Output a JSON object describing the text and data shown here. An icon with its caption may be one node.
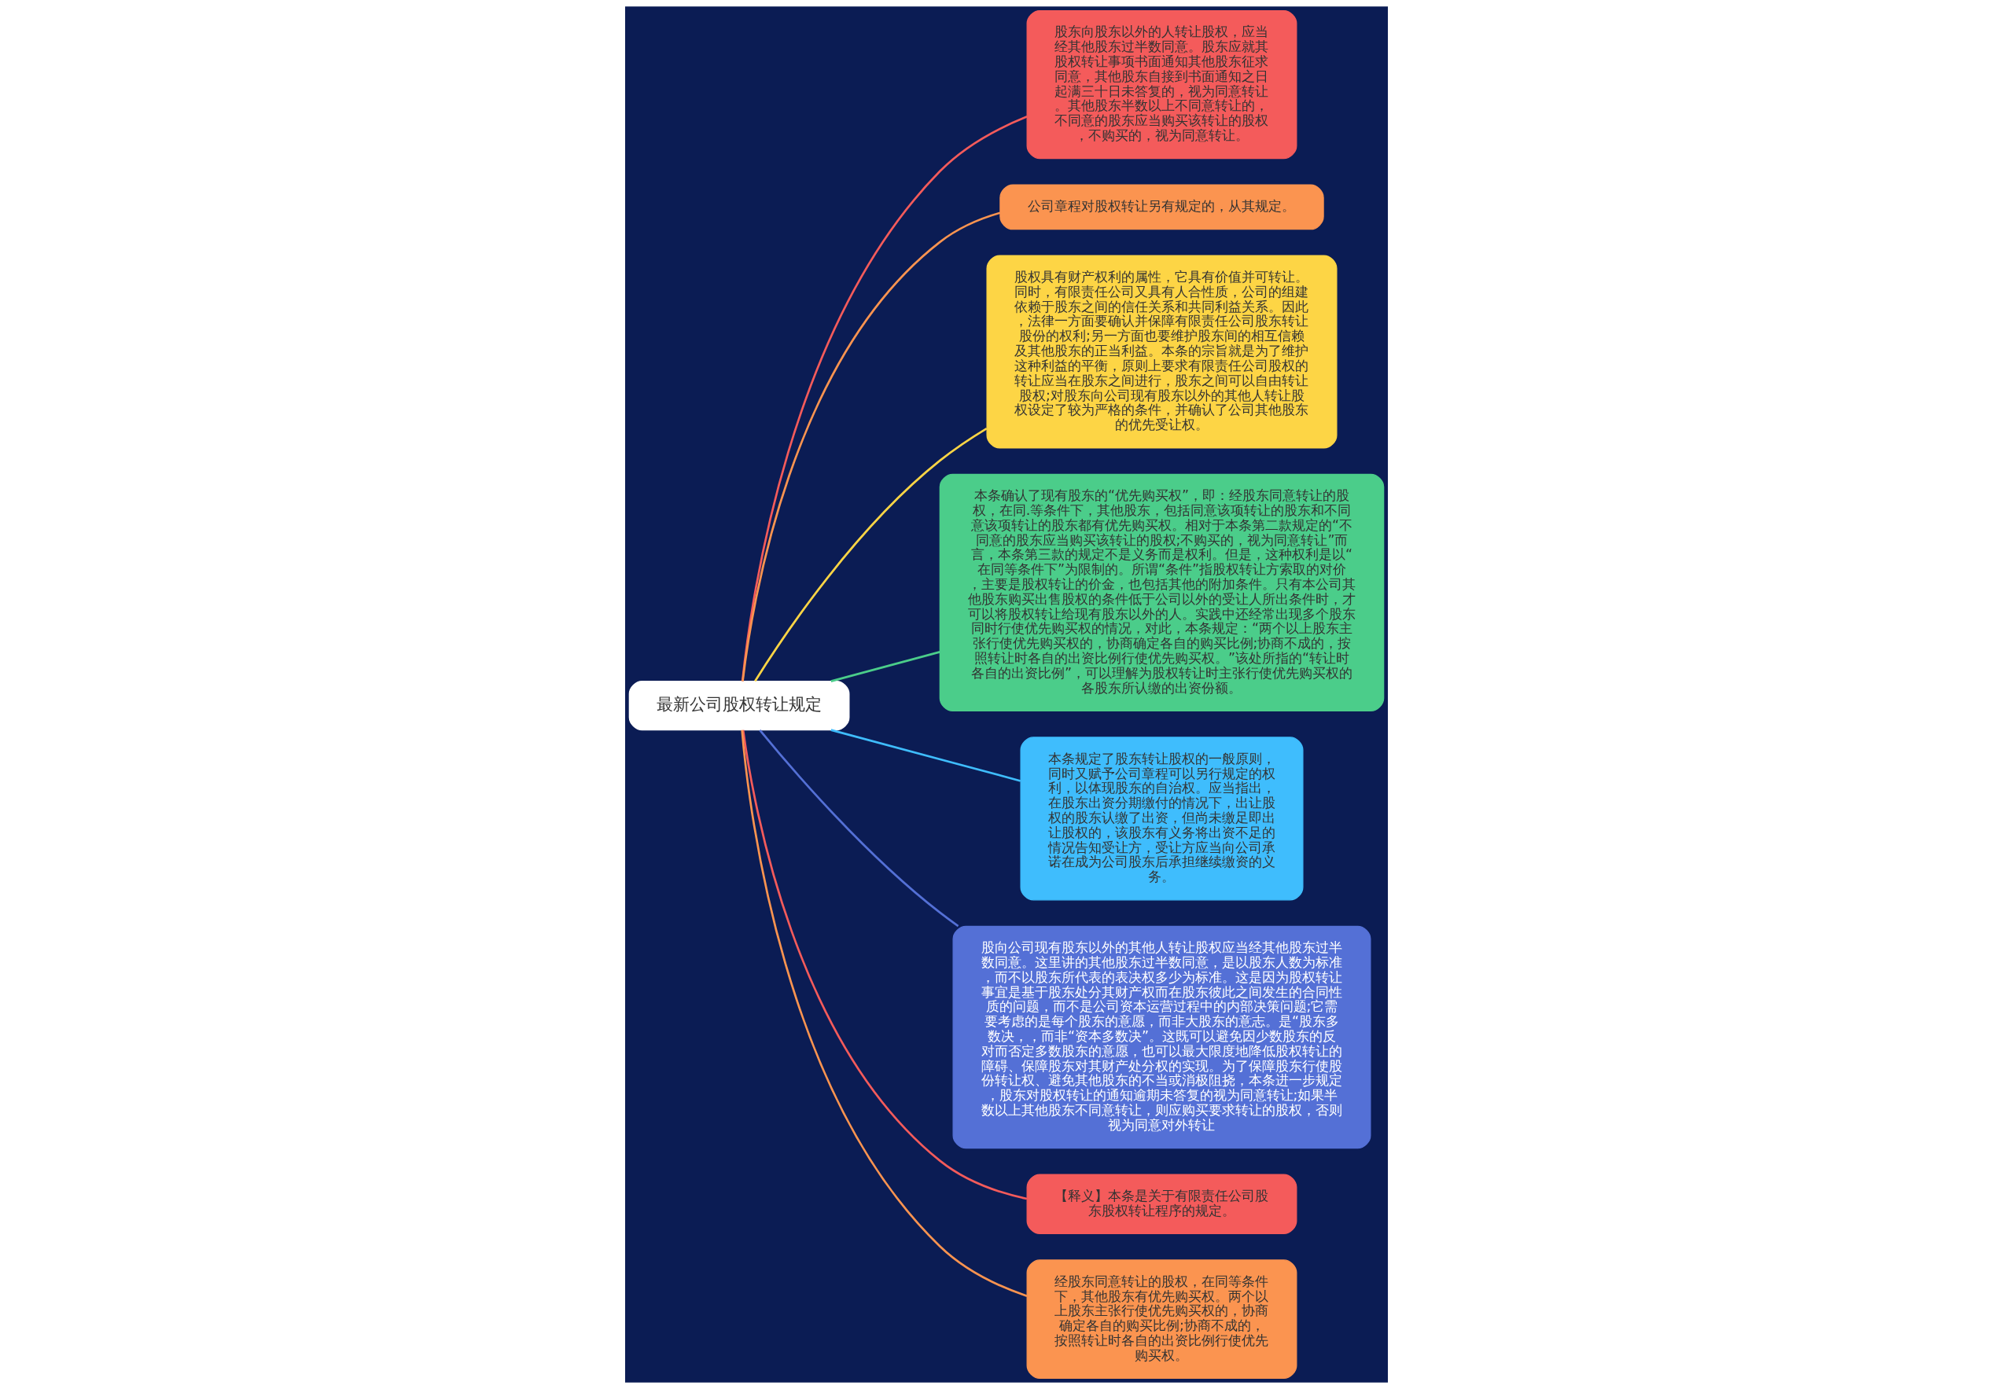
{
  "diagram": {
    "nodes": [
      {
        "text": [
          "最新公司股权转让规定"
        ]
      },
      {
        "text": [
          "股东向股东以外的人转让股权，应当经其他股东过半数同意。股东应就其股权转让事项书面通知其他股东征求同意，其他股东自接到书面通知之日起满三十日未答复的，视为同意转让。其他股东半数以上不同意转让的，不同意的股东应当购买该转让的股权，不购买的，视为同意转让。"
        ]
      },
      {
        "text": [
          "公司章程对股权转让另有规定的，从其规定。"
        ]
      },
      {
        "text": [
          "股权具有财产权利的属性，它具有价值并可转让。同时，有限责任公司又具有人合性质，公司的组建依赖于股东之间的信任关系和共同利益关系。因此，法律一方面要确认并保障有限责任公司股东转让股份的权利;另一方面也要维护股东间的相互信赖及其他股东的正当利益。本条的宗旨就是为了维护这种利益的平衡，原则上要求有限责任公司股权的转让应当在股东之间进行，股东之间可以自由转让股权;对股东向公司现有股东以外的其他人转让股权设定了较为严格的条件，并确认了公司其他股东的优先受让权。"
        ]
      },
      {
        "text": [
          "本条确认了现有股东的“优先购买权”，即：经股东同意转让的股权，在同.等条件下，其他股东，包括同意该项转让的股东和不同意该项转让的股东都有优先购买权。相对于本条第二款规定的“不同意的股东应当购买该转让的股权;不购买的，视为同意转让”而言，本条第三款的规定不是义务而是权利。但是，这种权利是以“在同等条件下”为限制的。所谓“条件”指股权转让方索取的对价，主要是股权转让的价金，也包括其他的附加条件。只有本公司其他股东购买出售股权的条件低于公司以外的受让人所出条件时，才可以将股权转让给现有股东以外的人。实践中还经常出现多个股东同时行使优先购买权的情况，对此，本条规定：“两个以上股东主张行使优先购买权的，协商确定各自的购买比例;协商不成的，按照转让时各自的出资比例行使优先购买权。”该处所指的“转让时各自的出资比例”，可以理解为股权转让时主张行使优先购买权的各股东所认缴的出资份额。"
        ]
      },
      {
        "text": [
          "本条规定了股东转让股权的一般原则，同时又赋予公司章程可以另行规定的权利，以体现股东的自治权。应当指出，在股东出资分期缴付的情况下，出让股权的股东认缴了出资，但尚未缴足即出让股权的，该股东有义务将出资不足的情况告知受让方，受让方应当向公司承诺在成为公司股东后承担继续缴资的义务。"
        ]
      },
      {
        "text": [
          "股向公司现有股东以外的其他人转让股权应当经其他股东过半数同意。这里讲的其他股东过半数同意，是以股东人数为标准，而不以股东所代表的表决权多少为标准。这是因为股权转让事宜是基于股东处分其财产权而在股东彼此之间发生的合同性质的问题，而不是公司资本运营过程中的内部决策问题;它需要考虑的是每个股东的意愿，而非大股东的意志。是“股东多数决，，而非“资本多数决”。这既可以避免因少数股东的反对而否定多数股东的意愿，也可以最大限度地降低股权转让的障碍、保障股东对其财产处分权的实现。为了保障股东行使股份转让权、避免其他股东的不当或消极阻挠，本条进一步规定，股东对股权转让的通知逾期未答复的视为同意转让;如果半数以上其他股东不同意转让，则应购买要求转让的股权，否则视为同意对外转让"
        ]
      },
      {
        "text": [
          "【释义】本条是关于有限责任公司股东股权转让程序的规定。"
        ]
      },
      {
        "text": [
          "经股东同意转让的股权，在同等条件下，其他股东有优先购买权。两个以上股东主张行使优先购买权的，协商确定各自的购买比例;协商不成的，按照转让时各自的出资比例行使优先购买权。"
        ]
      }
    ],
    "edges": [
      {
        "from": 0,
        "to": 1,
        "arrow": "none",
        "color": "#f45b5b"
      },
      {
        "from": 0,
        "to": 2,
        "arrow": "none",
        "color": "#fb9450"
      },
      {
        "from": 0,
        "to": 3,
        "arrow": "none",
        "color": "#fdd545"
      },
      {
        "from": 0,
        "to": 4,
        "arrow": "none",
        "color": "#4bcd8a"
      },
      {
        "from": 0,
        "to": 5,
        "arrow": "none",
        "color": "#3fbdfd"
      },
      {
        "from": 0,
        "to": 6,
        "arrow": "none",
        "color": "#5470d6"
      },
      {
        "from": 0,
        "to": 7,
        "arrow": "none",
        "color": "#f45b5b"
      },
      {
        "from": 0,
        "to": 8,
        "arrow": "none",
        "color": "#fb9450"
      }
    ]
  }
}
